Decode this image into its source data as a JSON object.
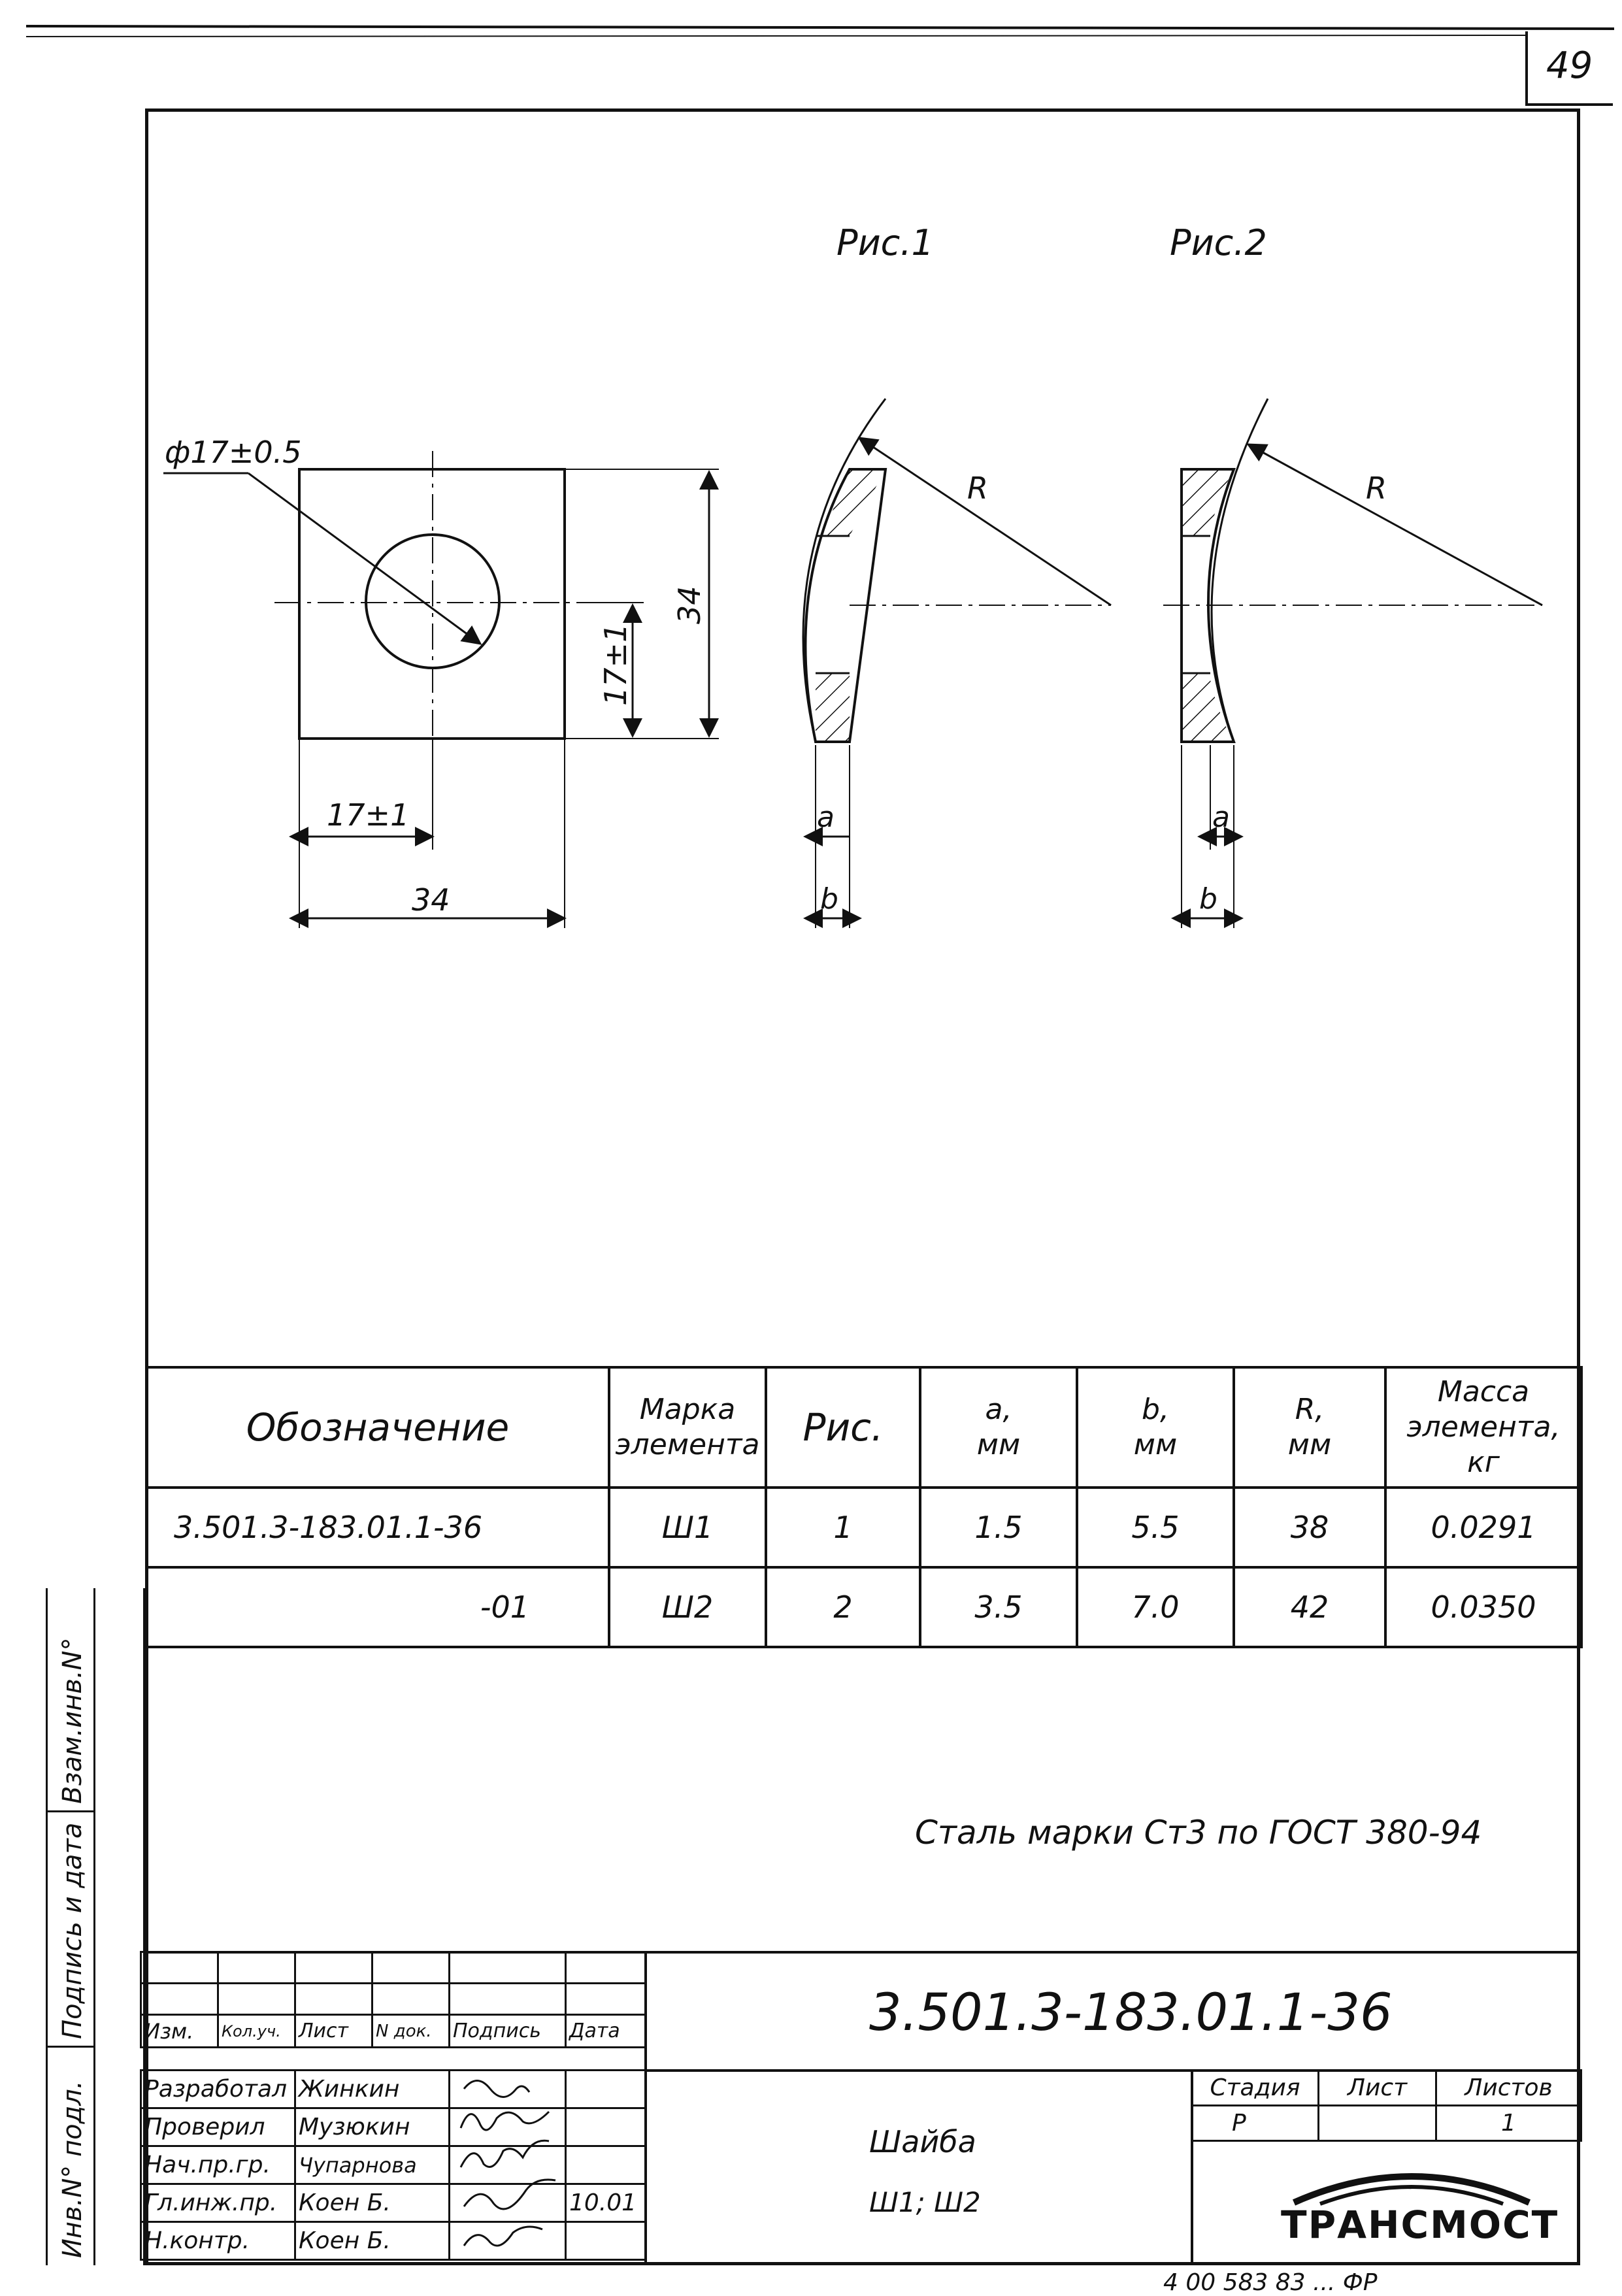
{
  "sheet": {
    "number": "49",
    "bottom_note": "4 00 583 83 ... ФР"
  },
  "figures": {
    "fig1_label": "Рис.1",
    "fig2_label": "Рис.2",
    "hole_dim": "ф17±0.5",
    "side": "34",
    "half": "17±1",
    "radius": "R",
    "dim_a": "a",
    "dim_b": "b"
  },
  "spec_table": {
    "headers": {
      "designation": "Обозначение",
      "mark_l1": "Марка",
      "mark_l2": "элемента",
      "fig": "Рис.",
      "a_l1": "a,",
      "a_l2": "мм",
      "b_l1": "b,",
      "b_l2": "мм",
      "r_l1": "R,",
      "r_l2": "мм",
      "mass_l1": "Масса",
      "mass_l2": "элемента,",
      "mass_l3": "кг"
    },
    "rows": [
      {
        "designation": "3.501.3-183.01.1-36",
        "mark": "Ш1",
        "fig": "1",
        "a": "1.5",
        "b": "5.5",
        "r": "38",
        "mass": "0.0291"
      },
      {
        "designation": "-01",
        "mark": "Ш2",
        "fig": "2",
        "a": "3.5",
        "b": "7.0",
        "r": "42",
        "mass": "0.0350"
      }
    ]
  },
  "note": "Сталь марки Ст3 по ГОСТ 380-94",
  "title_block": {
    "code": "3.501.3-183.01.1-36",
    "change_headers": [
      "Изм.",
      "Кол.уч.",
      "Лист",
      "N док.",
      "Подпись",
      "Дата"
    ],
    "roles": [
      {
        "role": "Разработал",
        "name": "Жинкин"
      },
      {
        "role": "Проверил",
        "name": "Музюкин"
      },
      {
        "role": "Нач.пр.гр.",
        "name": "Чупарнова"
      },
      {
        "role": "Гл.инж.пр.",
        "name": "Коен Б."
      },
      {
        "role": "Н.контр.",
        "name": "Коен Б."
      }
    ],
    "date_entry": "10.01",
    "item_name": "Шайба",
    "item_marks": "Ш1; Ш2",
    "stage_label": "Стадия",
    "sheet_label": "Лист",
    "sheets_label": "Листов",
    "stage": "Р",
    "sheet": "",
    "sheets": "1",
    "org_logo": "ТРАНСМОСТ"
  },
  "side_strip": {
    "inv_replace": "Взам.инв.N°",
    "sign_date": "Подпись и дата",
    "inv_orig": "Инв.N° подл."
  }
}
